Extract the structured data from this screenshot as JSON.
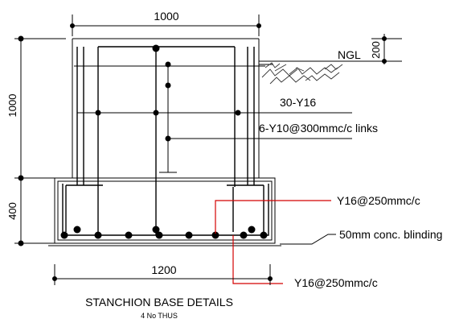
{
  "drawing": {
    "title": "STANCHION BASE DETAILS",
    "subtitle": "4 No THUS",
    "dimensions": {
      "column_width": "1000",
      "base_width": "1200",
      "column_height": "1000",
      "base_height": "400",
      "ngl_depth": "200"
    },
    "labels": {
      "ngl": "NGL",
      "main_bars": "30-Y16",
      "links": "6-Y10@300mmc/c links",
      "top_mesh": "Y16@250mmc/c",
      "blinding": "50mm conc. blinding",
      "bottom_mesh": "Y16@250mmc/c"
    },
    "colors": {
      "line": "#000000",
      "leader_red": "#d40000",
      "hatch": "#333333"
    }
  }
}
